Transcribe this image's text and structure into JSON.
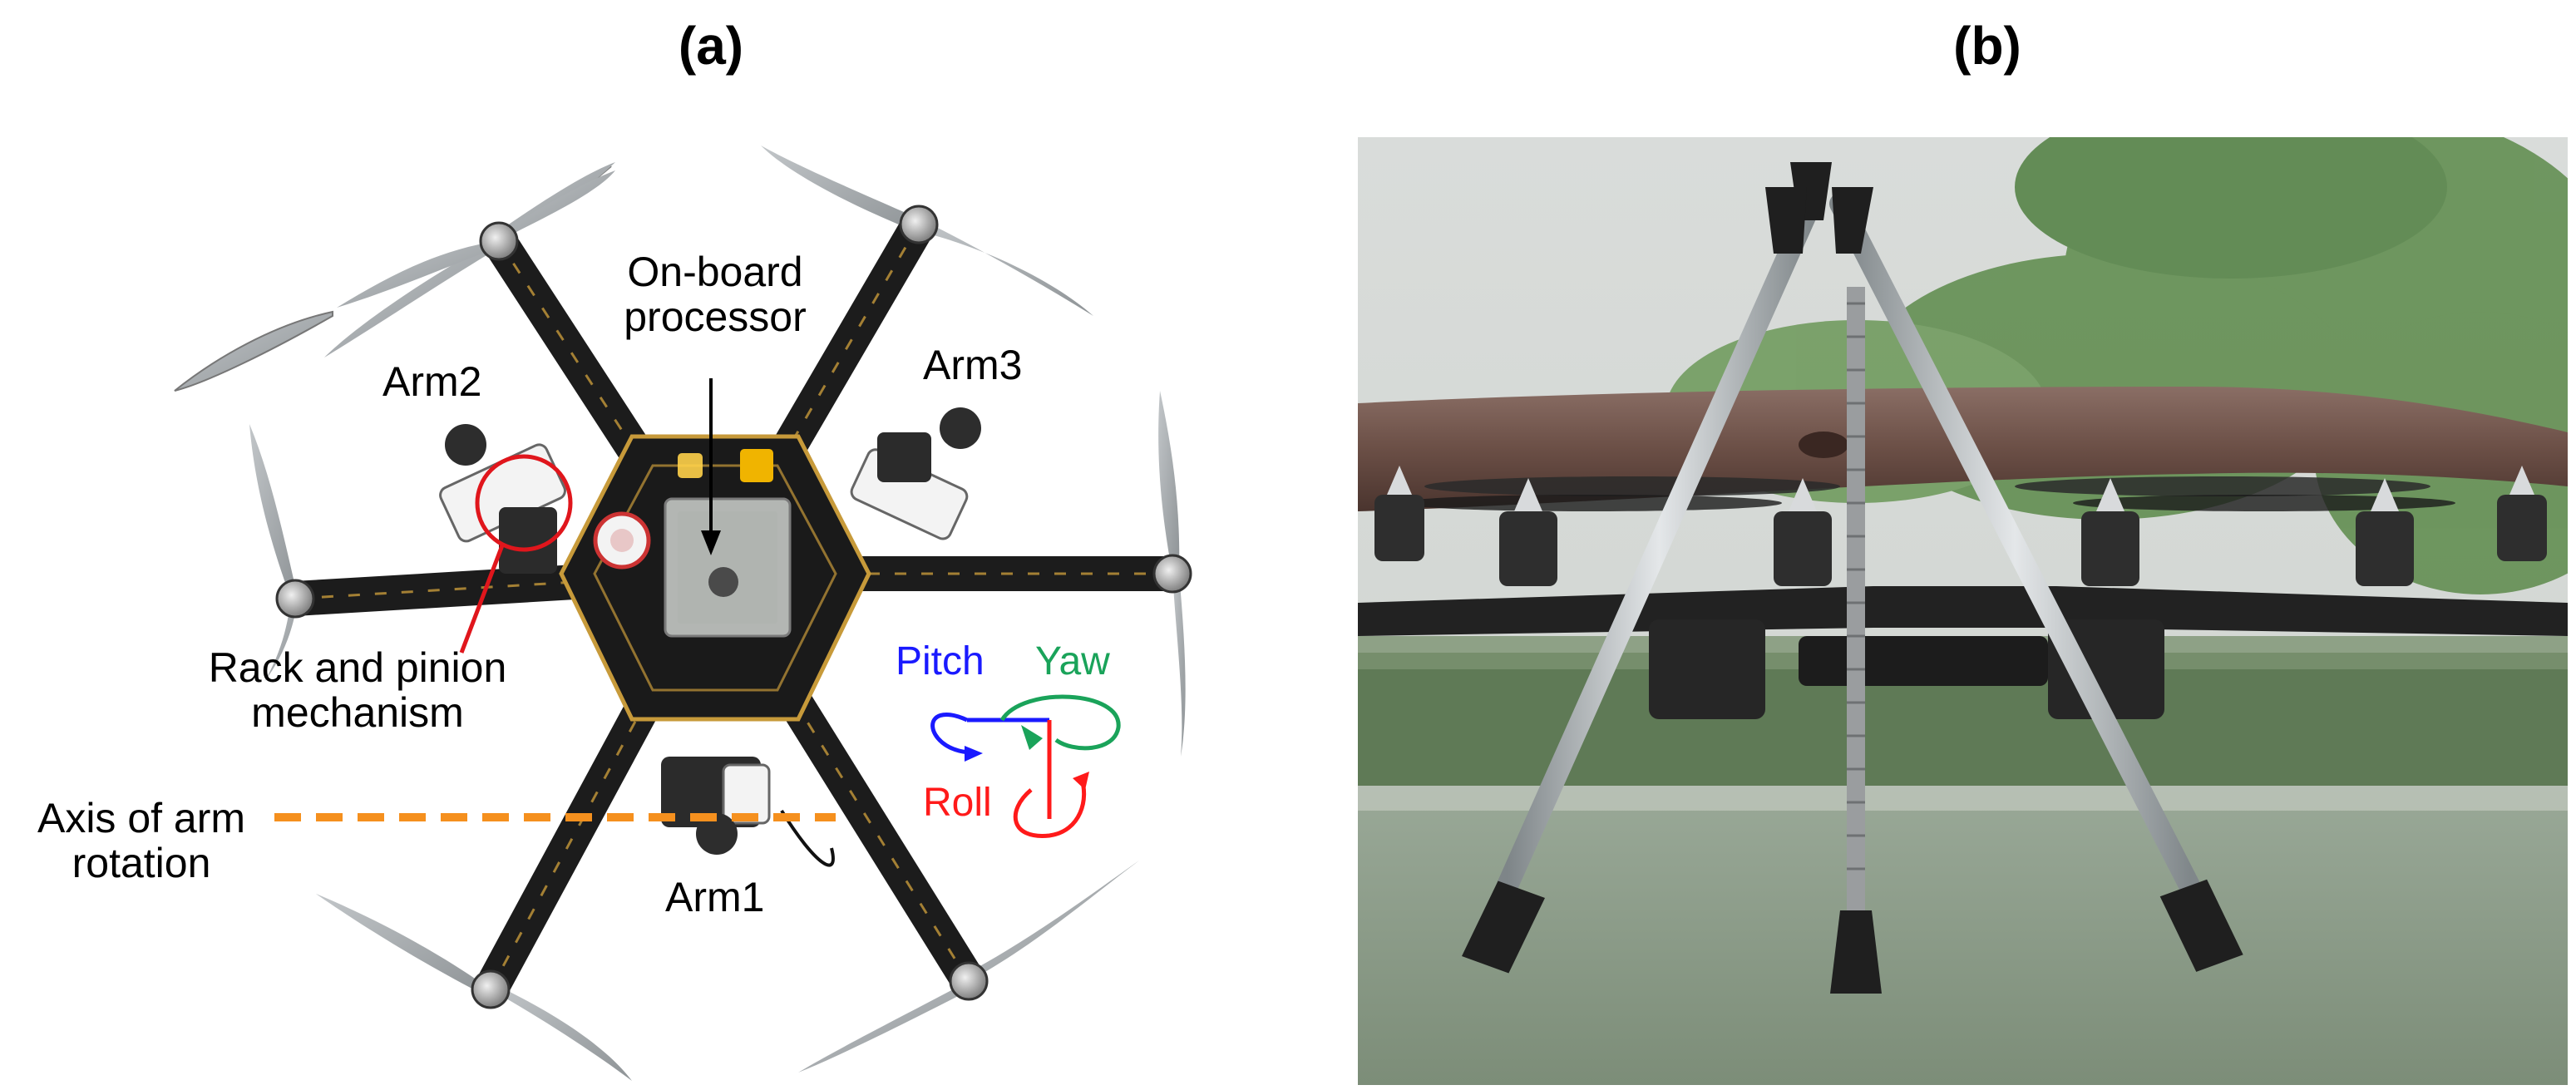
{
  "panels": {
    "a": {
      "label": "(a)"
    },
    "b": {
      "label": "(b)"
    }
  },
  "annotations": {
    "onboard_processor_line1": "On-board",
    "onboard_processor_line2": "processor",
    "arm1": "Arm1",
    "arm2": "Arm2",
    "arm3": "Arm3",
    "rack_pinion_line1": "Rack and pinion",
    "rack_pinion_line2": "mechanism",
    "axis_line1": "Axis of arm",
    "axis_line2": "rotation",
    "pitch": "Pitch",
    "yaw": "Yaw",
    "roll": "Roll"
  },
  "colors": {
    "pitch": "#1a1aff",
    "yaw": "#1aa35a",
    "roll": "#ff1a1a",
    "axis_line": "#f5901e",
    "highlight_circle": "#e0161c",
    "frame": "#1c1c1c",
    "propeller": "#9ea3a6"
  },
  "icons": {
    "drone_photo": "hexacopter-top-view",
    "scene_photo": "drone-perching-on-branch"
  }
}
